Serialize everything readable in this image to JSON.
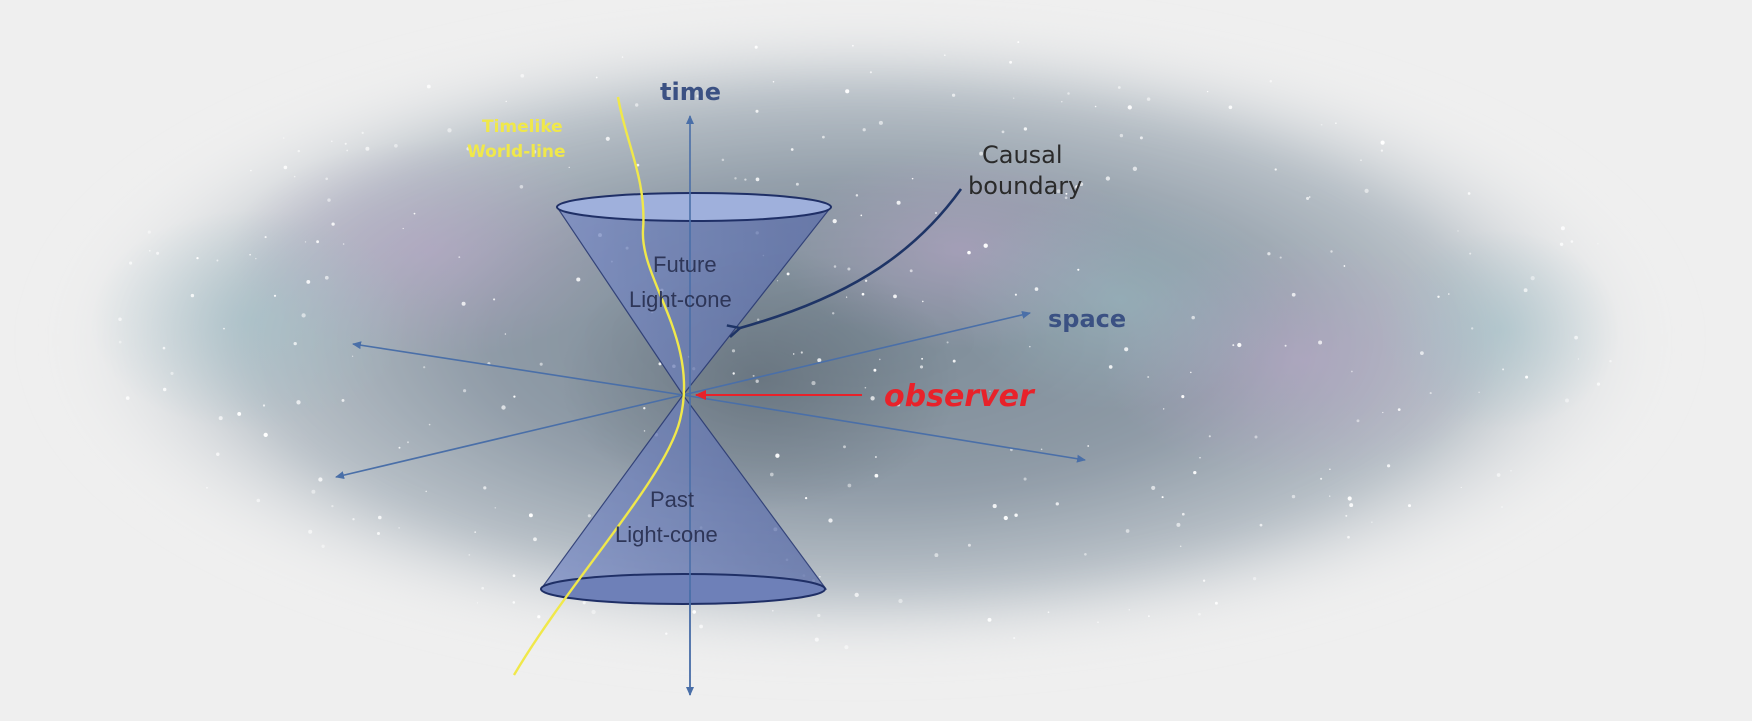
{
  "labels": {
    "time": "time",
    "space": "space",
    "worldline_line1": "Timelike",
    "worldline_line2": "World-line",
    "causal_line1": "Causal",
    "causal_line2": "boundary",
    "future_line1": "Future",
    "future_line2": "Light-cone",
    "past_line1": "Past",
    "past_line2": "Light-cone",
    "observer": "observer"
  },
  "colors": {
    "axis": "#4a6fa8",
    "cone_fill": "#6b7fb8",
    "cone_rim": "#1f2f66",
    "worldline": "#f0e84a",
    "observer": "#e8222a",
    "causal_arrow": "#1e3466",
    "causal_text": "#2a2a2a",
    "axis_label": "#3b5183",
    "cone_text": "#2e3658"
  }
}
